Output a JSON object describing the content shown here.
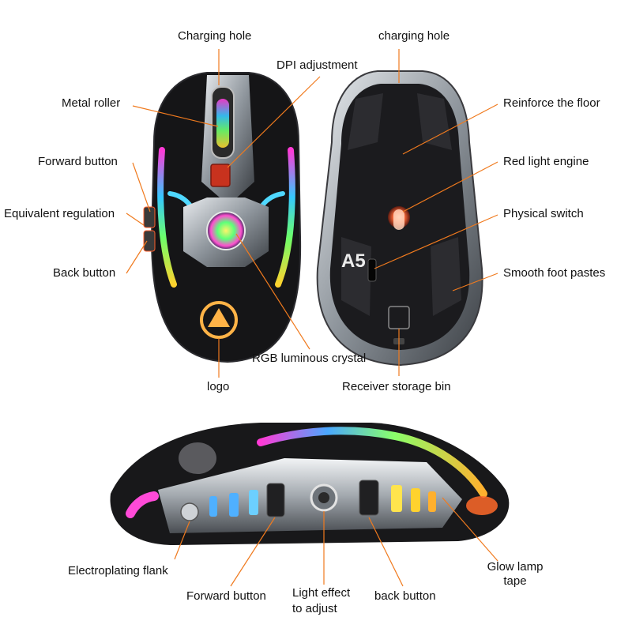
{
  "labels": {
    "charging_hole_top": "Charging hole",
    "charging_hole_bottom": "charging hole",
    "dpi_adjustment": "DPI adjustment",
    "metal_roller": "Metal roller",
    "forward_button_top": "Forward button",
    "equivalent_regulation": "Equivalent regulation",
    "back_button_top": "Back button",
    "rgb_crystal": "RGB luminous crystal",
    "logo": "logo",
    "reinforce_floor": "Reinforce the floor",
    "red_light_engine": "Red light engine",
    "physical_switch": "Physical switch",
    "smooth_foot_pastes": "Smooth foot pastes",
    "receiver_storage_bin": "Receiver storage bin",
    "electroplating_flank": "Electroplating flank",
    "forward_button_side": "Forward button",
    "light_effect_1": "Light effect",
    "light_effect_2": "to adjust",
    "back_button_side": "back button",
    "glow_lamp_1": "Glow lamp",
    "glow_lamp_2": "tape"
  },
  "mouse": {
    "model_text": "A5"
  },
  "colors": {
    "leader_line": "#f07a1e",
    "body_dark": "#1a1a1c",
    "chrome": "#9aa0a6"
  }
}
